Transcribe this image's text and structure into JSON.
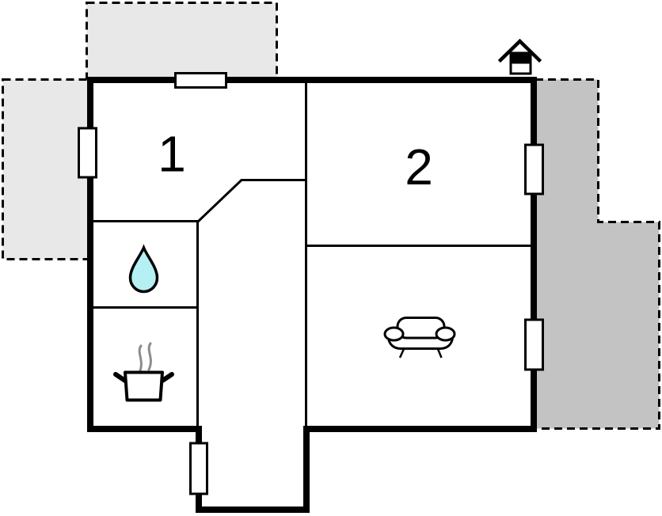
{
  "plan": {
    "type": "floor-plan",
    "rooms": [
      {
        "name": "room-1",
        "label": "1"
      },
      {
        "name": "room-2",
        "label": "2"
      },
      {
        "name": "bathroom",
        "icon": "water-drop-icon"
      },
      {
        "name": "kitchen",
        "icon": "cooking-pot-icon"
      },
      {
        "name": "living-area",
        "icon": "sofa-icon"
      },
      {
        "name": "hall-corridor",
        "icon": ""
      }
    ],
    "outdoor_areas": [
      {
        "name": "terrace-top",
        "style": "light-dashed"
      },
      {
        "name": "terrace-left",
        "style": "light-dashed"
      },
      {
        "name": "terrace-right",
        "style": "dark-dashed"
      }
    ],
    "markers": [
      {
        "name": "entrance-icon",
        "meaning": "main entrance"
      }
    ],
    "window_count": "5"
  },
  "colors": {
    "wall": "#000000",
    "room_fill": "#ffffff",
    "terrace_light": "#e8e8e8",
    "terrace_dark": "#c3c3c3",
    "water_drop": "#b5f0f4",
    "steam": "#8c8c8c"
  }
}
